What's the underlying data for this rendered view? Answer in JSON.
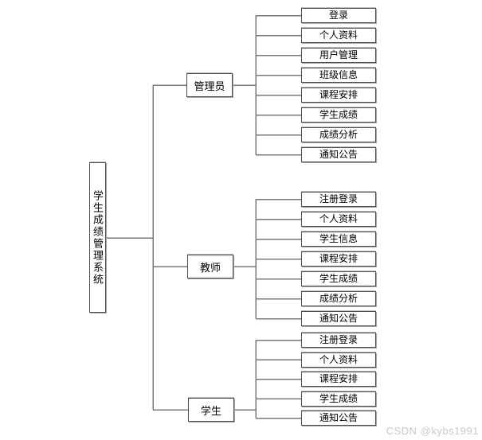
{
  "diagram": {
    "root": {
      "label": "学生成绩管理系统"
    },
    "branches": [
      {
        "label": "管理员",
        "children": [
          "登录",
          "个人资料",
          "用户管理",
          "班级信息",
          "课程安排",
          "学生成绩",
          "成绩分析",
          "通知公告"
        ]
      },
      {
        "label": "教师",
        "children": [
          "注册登录",
          "个人资料",
          "学生信息",
          "课程安排",
          "学生成绩",
          "成绩分析",
          "通知公告"
        ]
      },
      {
        "label": "学生",
        "children": [
          "注册登录",
          "个人资料",
          "课程安排",
          "学生成绩",
          "通知公告"
        ]
      }
    ]
  },
  "watermark": {
    "text": "CSDN @kybs1991"
  },
  "colors": {
    "connector": "#787878",
    "node_border": "#4d4d4d",
    "node_shadow": "#a6a6a6",
    "watermark": "#c9c9c9",
    "background": "#ffffff",
    "text": "#000000"
  }
}
